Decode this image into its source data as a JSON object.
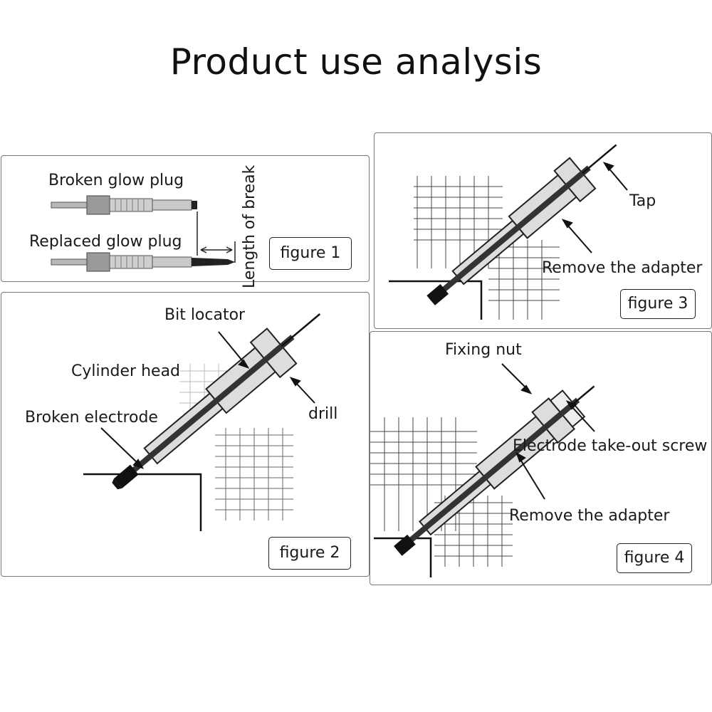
{
  "title": "Product use analysis",
  "figure1": {
    "caption": "figure 1",
    "labels": {
      "broken": "Broken glow plug",
      "replaced": "Replaced glow plug",
      "length": "Length of break"
    }
  },
  "figure2": {
    "caption": "figure 2",
    "labels": {
      "bit_locator": "Bit locator",
      "cylinder_head": "Cylinder head",
      "broken_electrode": "Broken electrode",
      "drill": "drill"
    }
  },
  "figure3": {
    "caption": "figure 3",
    "labels": {
      "tap": "Tap",
      "remove_adapter": "Remove the adapter"
    }
  },
  "figure4": {
    "caption": "figure 4",
    "labels": {
      "fixing_nut": "Fixing nut",
      "screw": "Electrode take-out screw",
      "remove_adapter": "Remove the adapter"
    }
  }
}
